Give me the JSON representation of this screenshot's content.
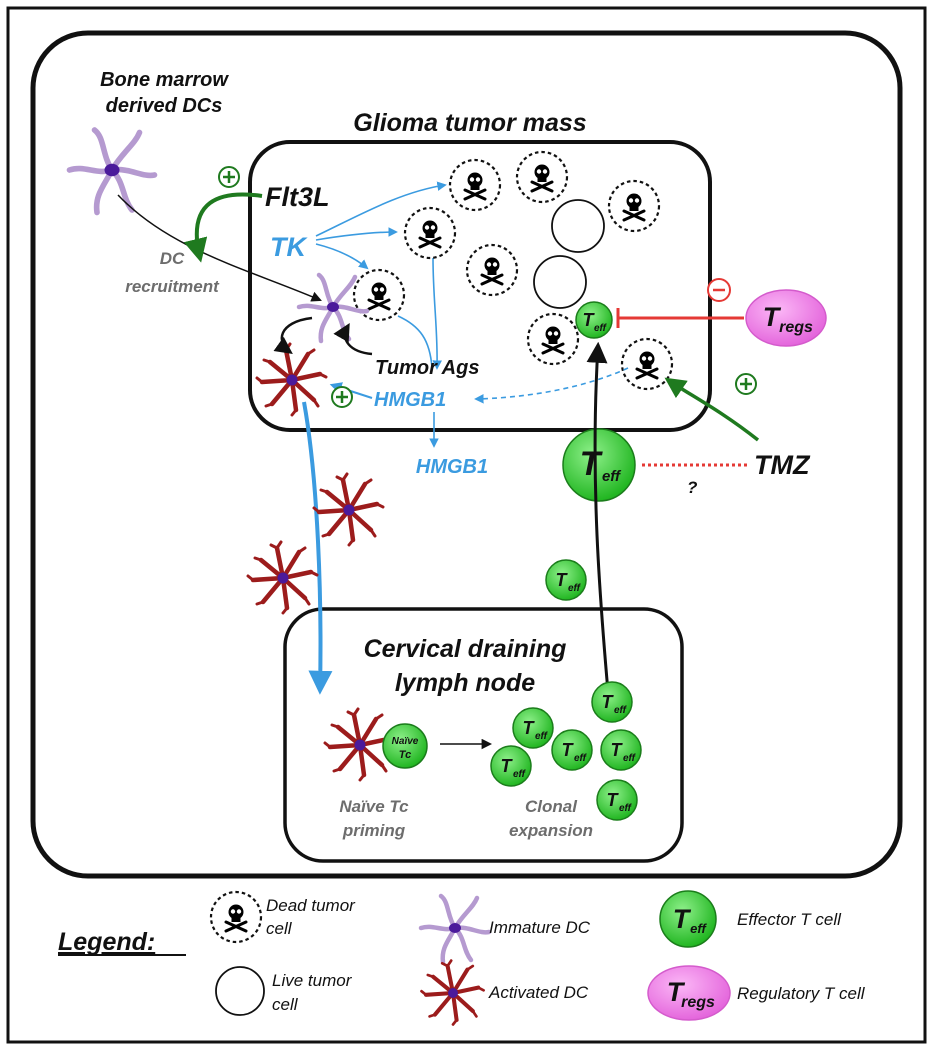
{
  "labels": {
    "bone_marrow_dcs": [
      "Bone marrow",
      "derived DCs"
    ],
    "glioma_mass": "Glioma tumor mass",
    "flt3l": "Flt3L",
    "tk": "TK",
    "dc_recruitment": [
      "DC",
      "recruitment"
    ],
    "tumor_ags": "Tumor Ags",
    "hmgb1_inside": "HMGB1",
    "hmgb1_outside": "HMGB1",
    "tmz": "TMZ",
    "question": "?",
    "lymph_node": [
      "Cervical draining",
      "lymph node"
    ],
    "naive_tc_priming": [
      "Naïve Tc",
      "priming"
    ],
    "clonal_expansion": [
      "Clonal",
      "expansion"
    ],
    "naive_cell": [
      "Naïve",
      "Tc"
    ],
    "plus": "+",
    "minus": "−"
  },
  "cells": {
    "teff_main": "T",
    "teff_sub": "eff",
    "tregs_main": "T",
    "tregs_sub": "regs"
  },
  "legend": {
    "title": "Legend:",
    "dead_tumor": [
      "Dead tumor",
      "cell"
    ],
    "live_tumor": [
      "Live tumor",
      "cell"
    ],
    "immature_dc": "Immature DC",
    "activated_dc": "Activated DC",
    "effector": "Effector T cell",
    "regulatory": "Regulatory T cell"
  },
  "colors": {
    "blue": "#3b9be0",
    "green": "#1f7a1f",
    "red": "#e53935",
    "teff_fill": "#3ec93e",
    "tregs_fill": "#ee82e6",
    "immature_dc": "#b59ad0",
    "activated_dc": "#9c1c1c",
    "dc_nucleus": "#4b1a9b"
  }
}
